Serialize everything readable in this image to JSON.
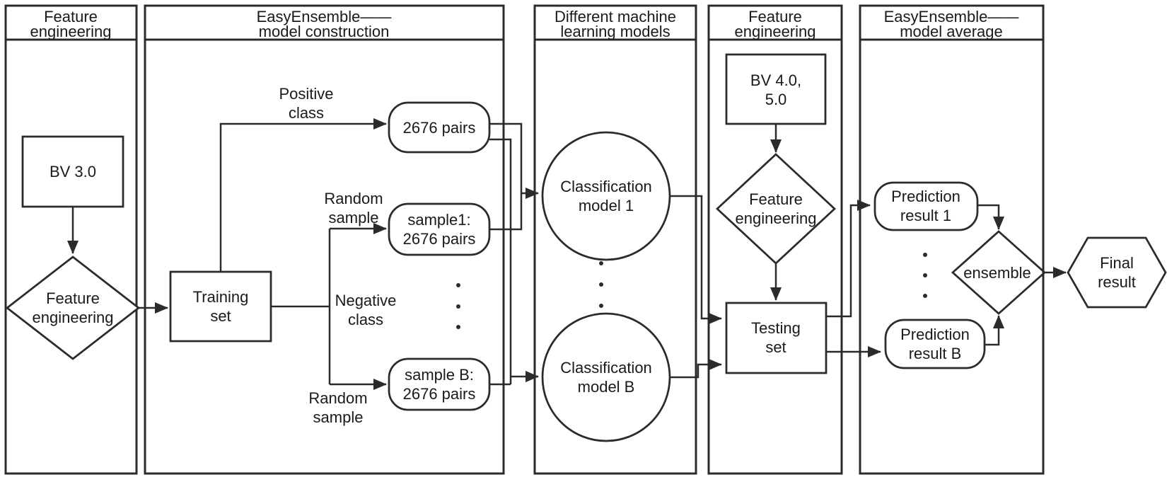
{
  "diagram": {
    "colors": {
      "stroke": "#2b2b2b",
      "text": "#1a1a1a",
      "background": "#ffffff"
    },
    "columns": [
      {
        "title_lines": [
          "Feature",
          "engineering"
        ]
      },
      {
        "title_lines": [
          "EasyEnsemble——",
          "model construction"
        ]
      },
      {
        "title_lines": [
          "Different machine",
          "learning models"
        ]
      },
      {
        "title_lines": [
          "Feature",
          "engineering"
        ]
      },
      {
        "title_lines": [
          "EasyEnsemble——",
          "model average"
        ]
      }
    ],
    "nodes": {
      "bv30": {
        "shape": "rectangle",
        "lines": [
          "BV 3.0"
        ]
      },
      "feature_eng_1": {
        "shape": "diamond",
        "lines": [
          "Feature",
          "engineering"
        ]
      },
      "training_set": {
        "shape": "rectangle",
        "lines": [
          "Training",
          "set"
        ]
      },
      "positive_pairs": {
        "shape": "rounded",
        "lines": [
          "2676 pairs"
        ]
      },
      "sample1": {
        "shape": "rounded",
        "lines": [
          "sample1:",
          "2676 pairs"
        ]
      },
      "sampleB": {
        "shape": "rounded",
        "lines": [
          "sample B:",
          "2676 pairs"
        ]
      },
      "model1": {
        "shape": "circle",
        "lines": [
          "Classification",
          "model 1"
        ]
      },
      "modelB": {
        "shape": "circle",
        "lines": [
          "Classification",
          "model B"
        ]
      },
      "bv4050": {
        "shape": "rectangle",
        "lines": [
          "BV 4.0,",
          "5.0"
        ]
      },
      "feature_eng_2": {
        "shape": "diamond",
        "lines": [
          "Feature",
          "engineering"
        ]
      },
      "testing_set": {
        "shape": "rectangle",
        "lines": [
          "Testing",
          "set"
        ]
      },
      "pred1": {
        "shape": "rounded",
        "lines": [
          "Prediction",
          "result 1"
        ]
      },
      "predB": {
        "shape": "rounded",
        "lines": [
          "Prediction",
          "result B"
        ]
      },
      "ensemble": {
        "shape": "diamond",
        "lines": [
          "ensemble"
        ]
      },
      "final_result": {
        "shape": "hexagon",
        "lines": [
          "Final",
          "result"
        ]
      }
    },
    "edge_labels": {
      "positive_class": [
        "Positive",
        "class"
      ],
      "random_sample_top": [
        "Random",
        "sample"
      ],
      "negative_class": [
        "Negative",
        "class"
      ],
      "random_sample_bottom": [
        "Random",
        "sample"
      ]
    }
  }
}
